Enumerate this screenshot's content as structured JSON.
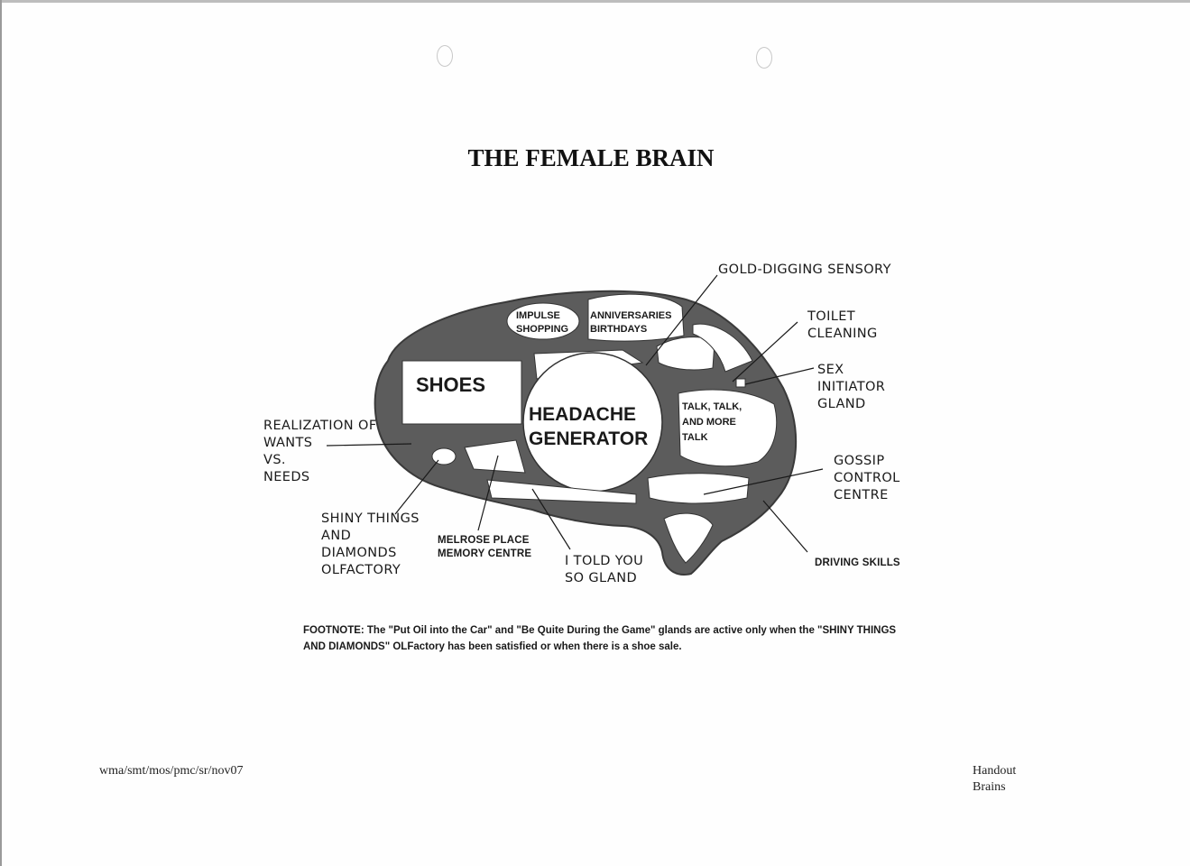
{
  "title": "THE FEMALE BRAIN",
  "regions": {
    "impulse_shopping": "IMPULSE\nSHOPPING",
    "anniversaries": "ANNIVERSARIES\nBIRTHDAYS",
    "shoes": "SHOES",
    "headache_generator": "HEADACHE\nGENERATOR",
    "talk": "TALK, TALK,\nAND MORE\nTALK"
  },
  "callouts": {
    "gold_digging": "GOLD-DIGGING SENSORY",
    "toilet_cleaning": "TOILET\nCLEANING",
    "sex_initiator": "SEX\nINITIATOR\nGLAND",
    "gossip_control": "GOSSIP\nCONTROL\nCENTRE",
    "driving_skills": "DRIVING SKILLS",
    "i_told_you": "I TOLD YOU\nSO GLAND",
    "melrose_place": "MELROSE PLACE\nMEMORY CENTRE",
    "shiny_things": "SHINY THINGS\nAND\nDIAMONDS\nOLFACTORY",
    "realization": "REALIZATION OF\nWANTS\nVS.\nNEEDS"
  },
  "footnote": "FOOTNOTE:  The \"Put Oil into the Car\" and \"Be Quite During the Game\" glands are active only when the \"SHINY THINGS AND DIAMONDS\" OLFactory has been satisfied or when there is a shoe sale.",
  "footer": {
    "left": "wma/smt/mos/pmc/sr/nov07",
    "right": "Handout\nBrains"
  },
  "colors": {
    "brain_fill": "#5c5c5c",
    "region_fill": "#ffffff",
    "ink": "#1a1a1a"
  }
}
